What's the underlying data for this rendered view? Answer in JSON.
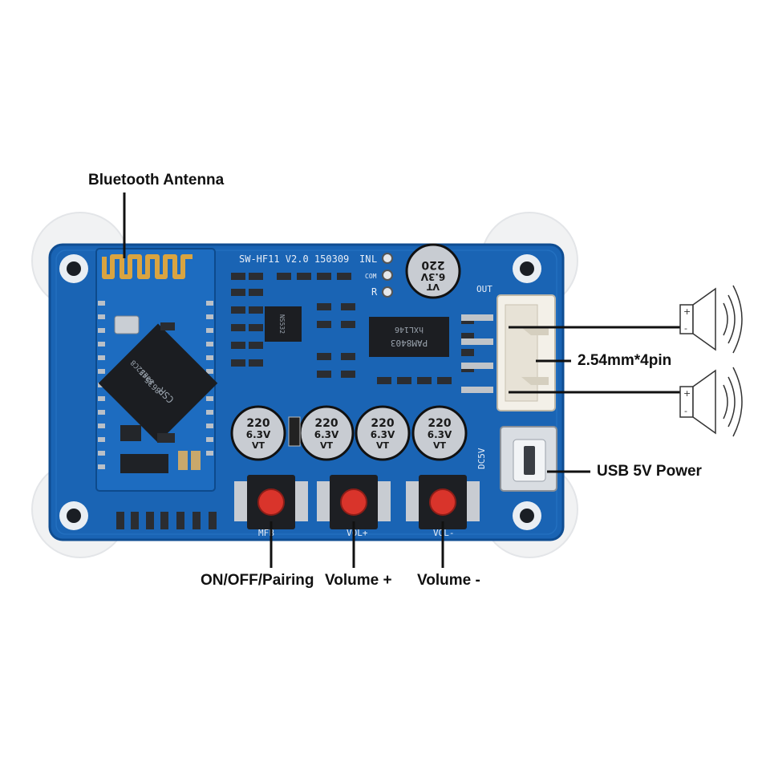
{
  "callouts": {
    "antenna": "Bluetooth Antenna",
    "connector": "2.54mm*4pin",
    "usb": "USB 5V Power",
    "mfb": "ON/OFF/Pairing",
    "vol_up": "Volume +",
    "vol_down": "Volume -"
  },
  "silkscreen": {
    "board_id": "SW-HF11  V2.0  150309",
    "pin_in": "IN",
    "pin_l": "L",
    "pin_com": "COM",
    "pin_r": "R",
    "out": "OUT",
    "dc5v": "DC5V",
    "mfb": "MFB",
    "volp": "VOL+",
    "volm": "VOL-"
  },
  "chips": {
    "bt_brand": "CSR",
    "bt_model": "8635",
    "bt_code": "B04E",
    "bt_lot": "E32C8",
    "amp_model": "PAM8403",
    "amp_code": "hXL146",
    "opamp": "NS532"
  },
  "capacitors": {
    "top": [
      "220",
      "6.3V",
      "VT"
    ],
    "row": [
      [
        "220",
        "6.3V",
        "VT"
      ],
      [
        "220",
        "6.3V",
        "VT"
      ],
      [
        "220",
        "6.3V",
        "VT"
      ],
      [
        "220",
        "6.3V",
        "VT"
      ]
    ]
  },
  "speaker_polarity": {
    "plus": "+",
    "minus": "-"
  },
  "colors": {
    "pcb": "#1a64b4",
    "pcb_dark": "#0f4d92",
    "mount_pad": "#e9eef3",
    "connector": "#f3f0e8",
    "cap_body": "#c8ccd2",
    "button_cap": "#d9342b",
    "line": "#111111"
  }
}
